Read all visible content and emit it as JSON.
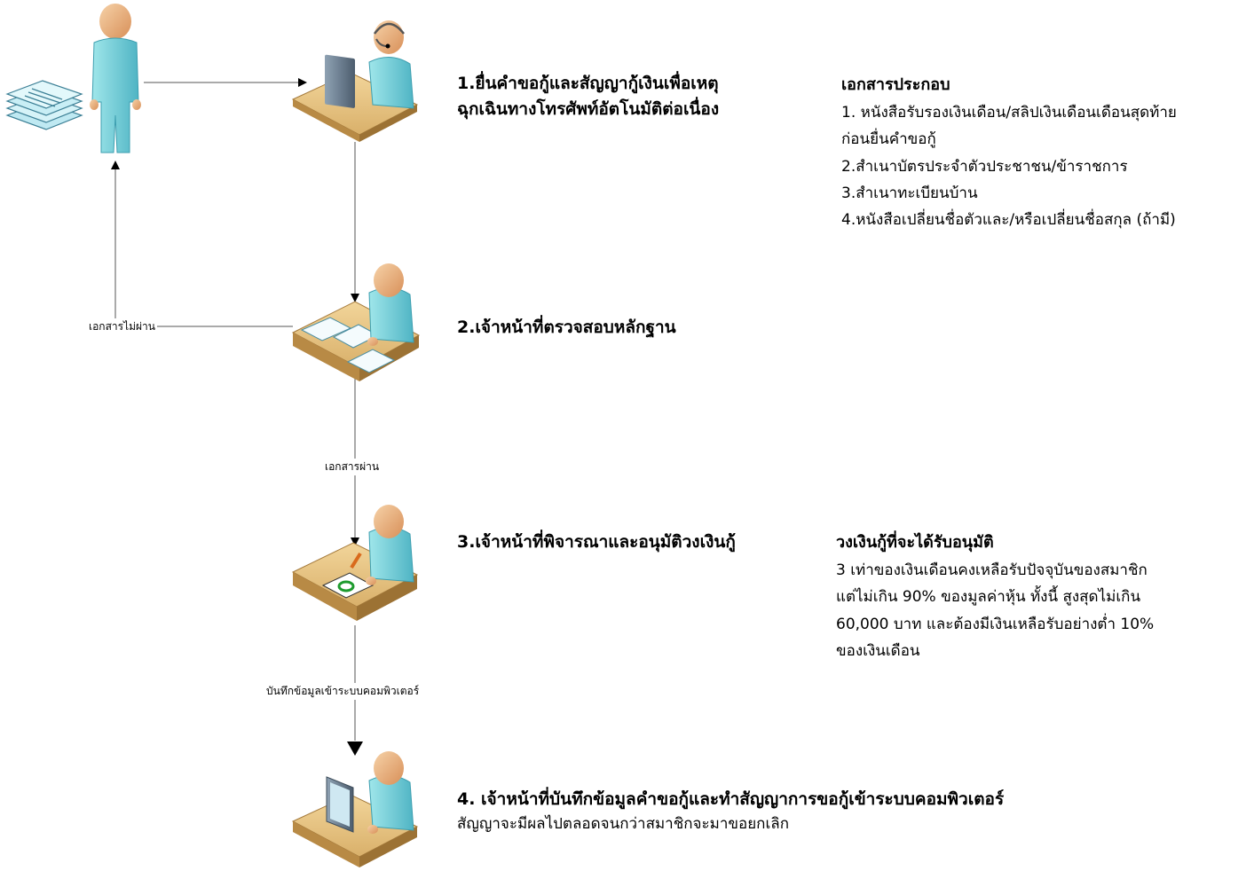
{
  "steps": [
    {
      "lines": [
        "1.ยื่นคำขอกู้และสัญญากู้เงินเพื่อเหตุ",
        "ฉุกเฉินทางโทรศัพท์อัตโนมัติต่อเนื่อง"
      ]
    },
    {
      "lines": [
        "2.เจ้าหน้าที่ตรวจสอบหลักฐาน"
      ]
    },
    {
      "lines": [
        "3.เจ้าหน้าที่พิจารณาและอนุมัติวงเงินกู้"
      ]
    },
    {
      "lines": [
        "4. เจ้าหน้าที่บันทึกข้อมูลคำขอกู้และทำสัญญาการขอกู้เข้าระบบคอมพิวเตอร์"
      ],
      "note": "สัญญาจะมีผลไปตลอดจนกว่าสมาชิกจะมาขอยกเลิก"
    }
  ],
  "documents": {
    "title": "เอกสารประกอบ",
    "items": [
      "1. หนังสือรับรองเงินเดือน/สลิปเงินเดือนเดือนสุดท้าย",
      "ก่อนยื่นคำขอกู้",
      "2.สำเนาบัตรประจำตัวประชาชน/ข้าราชการ",
      "3.สำเนาทะเบียนบ้าน",
      "4.หนังสือเปลี่ยนชื่อตัวและ/หรือเปลี่ยนชื่อสกุล (ถ้ามี)"
    ]
  },
  "limit": {
    "title": "วงเงินกู้ที่จะได้รับอนุมัติ",
    "lines": [
      "3 เท่าของเงินเดือนคงเหลือรับปัจจุบันของสมาชิก",
      "แต่ไม่เกิน 90% ของมูลค่าหุ้น ทั้งนี้ สูงสุดไม่เกิน",
      "60,000 บาท และต้องมีเงินเหลือรับอย่างต่ำ 10%",
      "ของเงินเดือน"
    ]
  },
  "connector_labels": {
    "docs_fail": "เอกสารไม่ผ่าน",
    "docs_pass": "เอกสารผ่าน",
    "record": "บันทึกข้อมูลเข้าระบบคอมพิวเตอร์"
  }
}
